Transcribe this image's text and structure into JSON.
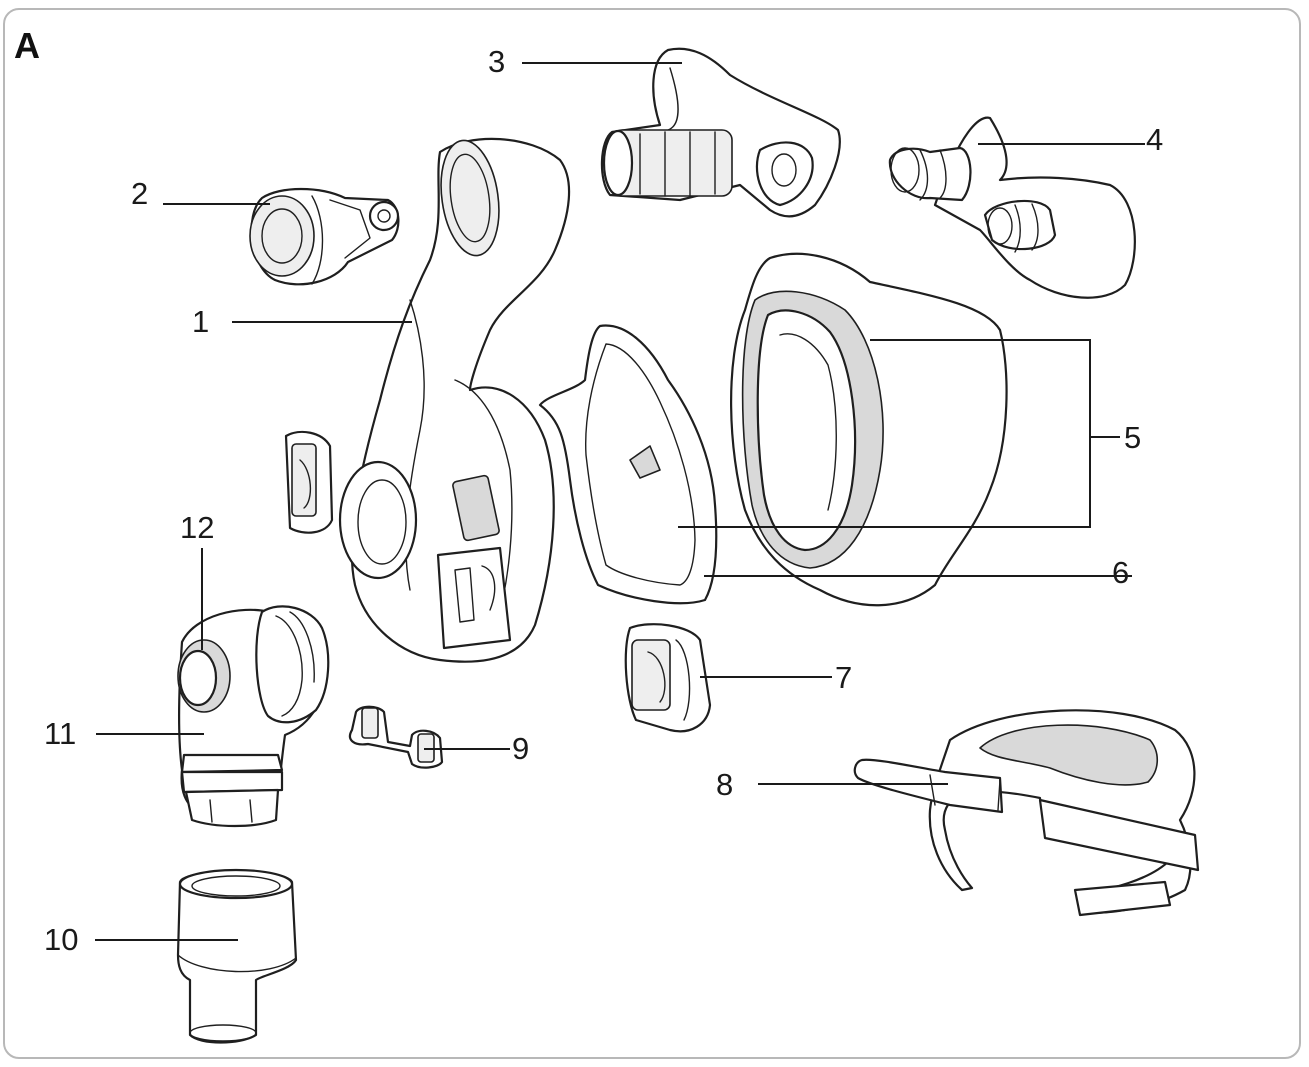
{
  "panel_letter": "A",
  "callouts": [
    {
      "id": "1",
      "label": "1"
    },
    {
      "id": "2",
      "label": "2"
    },
    {
      "id": "3",
      "label": "3"
    },
    {
      "id": "4",
      "label": "4"
    },
    {
      "id": "5",
      "label": "5"
    },
    {
      "id": "6",
      "label": "6"
    },
    {
      "id": "7",
      "label": "7"
    },
    {
      "id": "8",
      "label": "8"
    },
    {
      "id": "9",
      "label": "9"
    },
    {
      "id": "10",
      "label": "10"
    },
    {
      "id": "11",
      "label": "11"
    },
    {
      "id": "12",
      "label": "12"
    }
  ],
  "colors": {
    "line": "#1f1f1f",
    "frame": "#b8b8b8",
    "shade": "#d9d9d9"
  }
}
